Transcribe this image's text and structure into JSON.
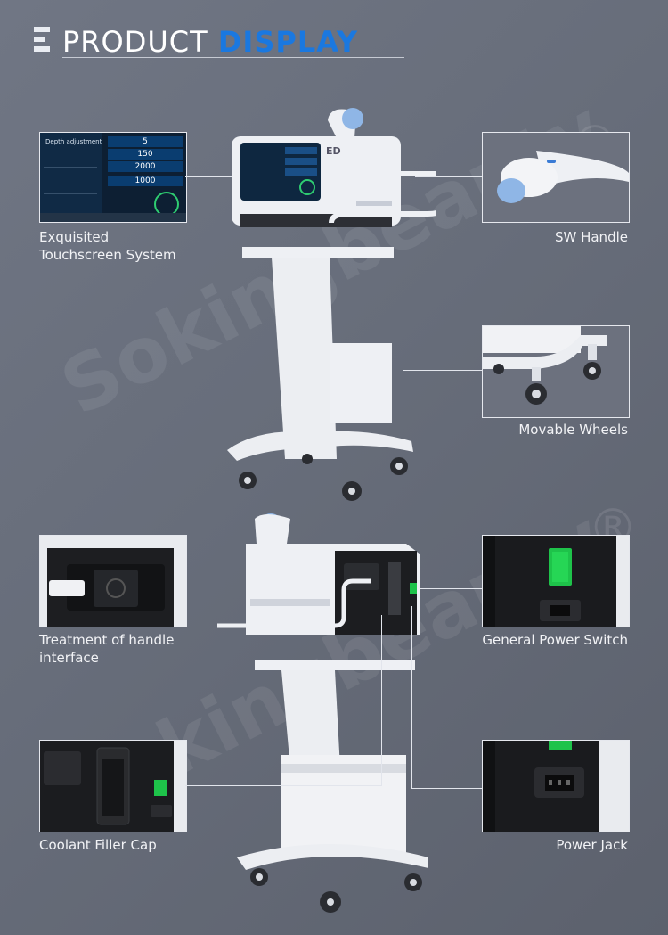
{
  "header": {
    "title_word1": "PRODUCT",
    "title_word2": "DISPLAY"
  },
  "watermark": {
    "text": "Sokingbeauty",
    "mark": "®"
  },
  "screen": {
    "title": "Depth adjustment",
    "field1": "5",
    "field2": "150",
    "field3": "2000",
    "field4": "1000"
  },
  "device_badge": "ED",
  "labels": {
    "touchscreen_line1": "Exquisited",
    "touchscreen_line2": "Touchscreen System",
    "sw_handle": "SW Handle",
    "wheels": "Movable Wheels",
    "handle_interface_line1": "Treatment of handle",
    "handle_interface_line2": "interface",
    "power_switch": "General Power Switch",
    "coolant_cap": "Coolant Filler Cap",
    "power_jack": "Power Jack"
  },
  "colors": {
    "accent": "#1a78e0",
    "background": "#676d7a",
    "switch_green": "#1ec34a",
    "handle_blue": "#8fb6e6"
  }
}
